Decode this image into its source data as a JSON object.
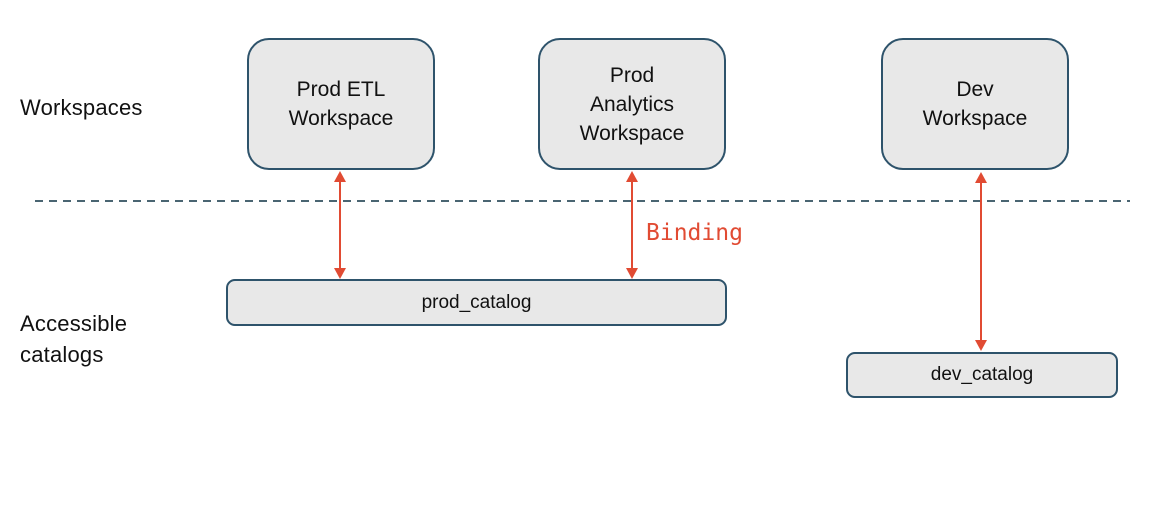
{
  "labels": {
    "workspaces_row": "Workspaces",
    "accessible_catalogs_row": [
      "Accessible",
      "catalogs"
    ],
    "binding": "Binding"
  },
  "workspaces": [
    {
      "label": [
        "Prod ETL",
        "Workspace"
      ]
    },
    {
      "label": [
        "Prod",
        "Analytics",
        "Workspace"
      ]
    },
    {
      "label": [
        "Dev",
        "Workspace"
      ]
    }
  ],
  "catalogs": [
    {
      "label": "prod_catalog"
    },
    {
      "label": "dev_catalog"
    }
  ],
  "connections": [
    {
      "from": "Prod ETL Workspace",
      "to": "prod_catalog",
      "type": "binding"
    },
    {
      "from": "Prod Analytics Workspace",
      "to": "prod_catalog",
      "type": "binding",
      "annotation": "Binding"
    },
    {
      "from": "Dev Workspace",
      "to": "dev_catalog",
      "type": "binding"
    }
  ],
  "colors": {
    "background": "#ffffff",
    "box_fill": "#e8e8e8",
    "box_border": "#2e536b",
    "dashed_line": "#4a6572",
    "arrow": "#e14b33",
    "binding_text": "#e14b33",
    "text": "#111111"
  }
}
